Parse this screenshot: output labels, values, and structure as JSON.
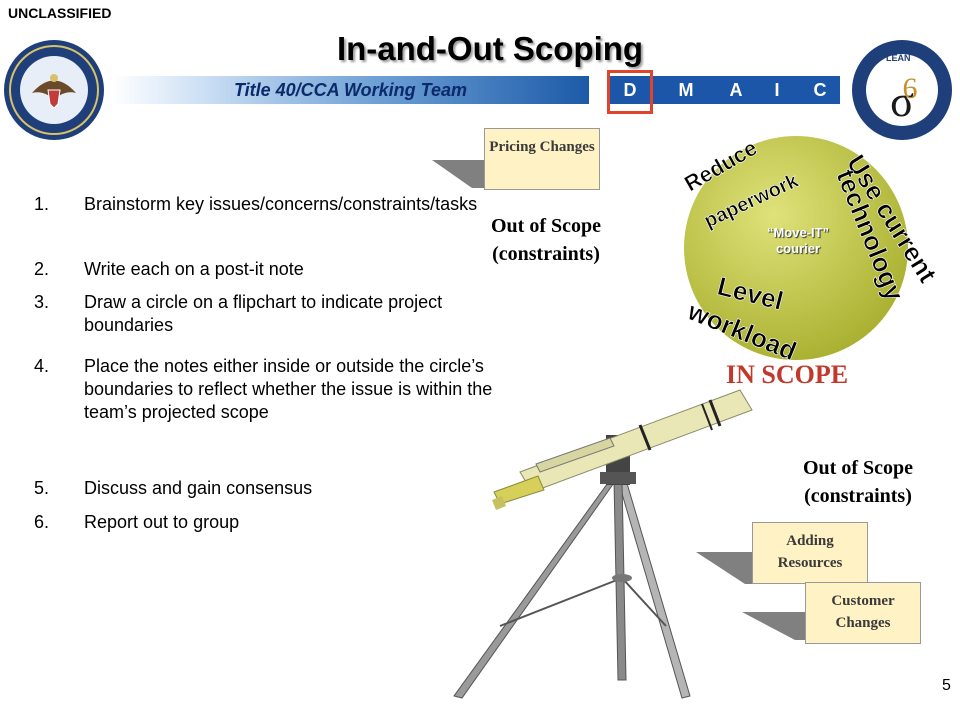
{
  "classification": "UNCLASSIFIED",
  "title": "In-and-Out Scoping",
  "banner": "Title 40/CCA Working Team",
  "dmaic": [
    "D",
    "M",
    "A",
    "I",
    "C"
  ],
  "dmaic_selected": "D",
  "logo_right_text": "LEAN",
  "steps": [
    {
      "num": "1.",
      "text": "Brainstorm key issues/concerns/constraints/tasks"
    },
    {
      "num": "2.",
      "text": "Write each on a post-it note"
    },
    {
      "num": "3.",
      "text": "Draw a circle on a flipchart to indicate project boundaries"
    },
    {
      "num": "4.",
      "text": "Place the notes either inside or outside the circle’s boundaries to reflect whether the issue is within the team’s projected scope"
    },
    {
      "num": "5.",
      "text": "Discuss and gain consensus"
    },
    {
      "num": "6.",
      "text": "Report out to group"
    }
  ],
  "notes": {
    "pricing": "Pricing Changes",
    "adding": "Adding Resources",
    "customer": "Customer Changes"
  },
  "out_of_scope": "Out of Scope (constraints)",
  "in_scope": "IN SCOPE",
  "circle": {
    "center": "“Move-IT” courier",
    "reduce": "Reduce",
    "paperwork": "paperwork",
    "use_current": "Use current",
    "technology": "technology",
    "level": "Level",
    "workload": "workload"
  },
  "page_number": "5",
  "colors": {
    "circle": "#b5bd3a",
    "note": "#fff2c4",
    "dmaic": "#1b56a8",
    "selected_outline": "#e0452b",
    "in_scope": "#c0392b"
  }
}
